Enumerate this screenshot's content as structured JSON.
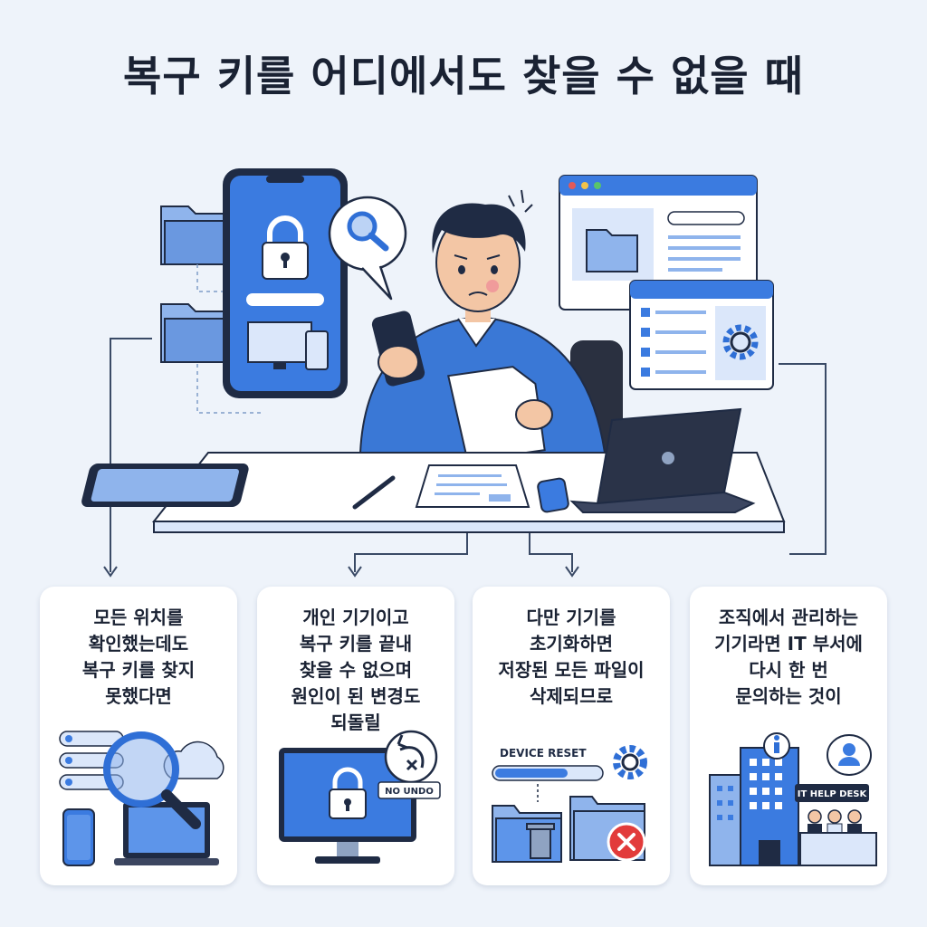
{
  "title": "복구 키를 어디에서도 찾을 수 없을 때",
  "cards": [
    {
      "text": "모든 위치를\n확인했는데도\n복구 키를 찾지\n못했다면"
    },
    {
      "text": "개인 기기이고\n복구 키를 끝내\n찾을 수 없으며\n원인이 된 변경도\n되돌릴",
      "badge": "NO UNDO"
    },
    {
      "text": "다만 기기를\n초기화하면\n저장된 모든 파일이\n삭제되므로",
      "badge": "DEVICE RESET"
    },
    {
      "text": "조직에서 관리하는\n기기라면 IT 부서에\n다시 한 번\n문의하는 것이",
      "badge": "IT HELP DESK"
    }
  ],
  "colors": {
    "accent": "#2f6fd6",
    "accent_light": "#8fb4ec",
    "dark": "#1f2b44",
    "danger": "#e23b3b",
    "background": "#eef3fa"
  }
}
